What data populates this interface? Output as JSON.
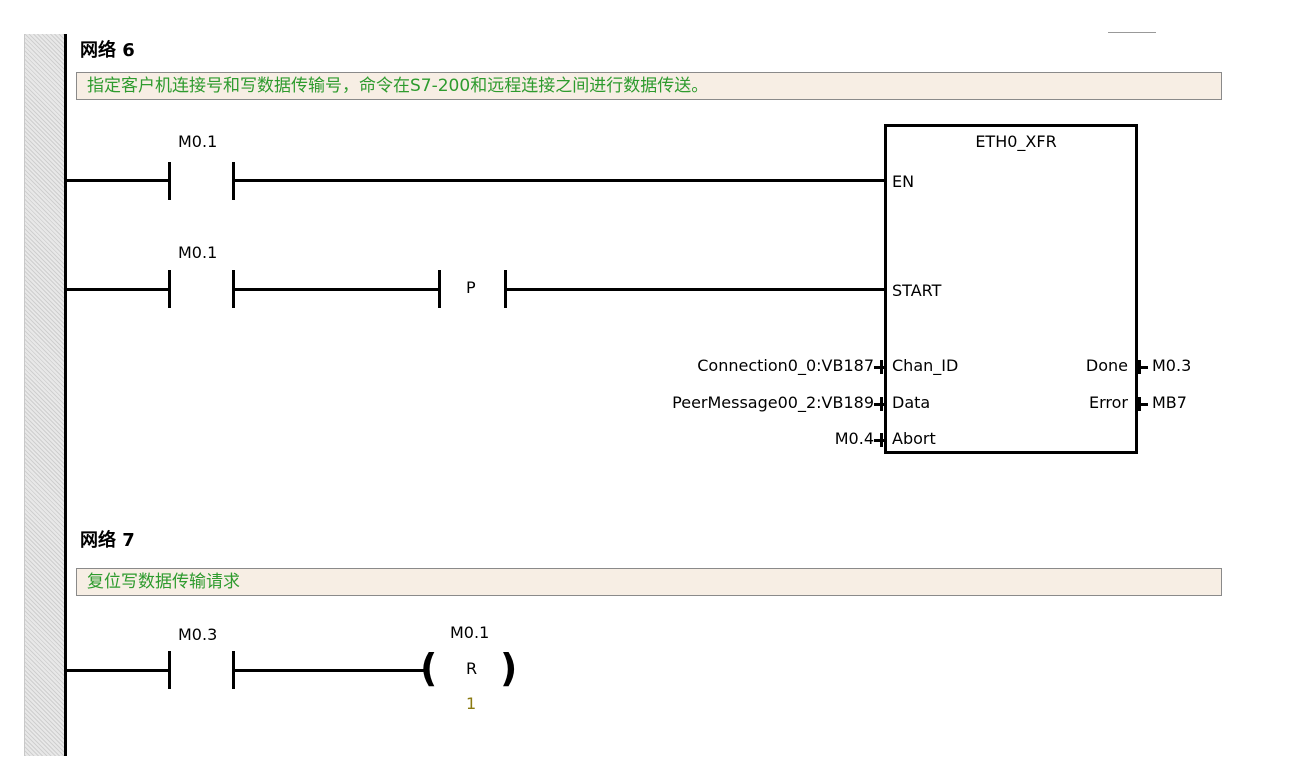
{
  "network6": {
    "title": "网络 6",
    "comment": "指定客户机连接号和写数据传输号，命令在S7-200和远程连接之间进行数据传送。",
    "contact1": "M0.1",
    "contact2": "M0.1",
    "edge_label": "P",
    "block": {
      "name": "ETH0_XFR",
      "pins_in": {
        "en": "EN",
        "start": "START",
        "chan_id": "Chan_ID",
        "data": "Data",
        "abort": "Abort"
      },
      "pins_out": {
        "done": "Done",
        "error": "Error"
      }
    },
    "inputs": {
      "chan_id": "Connection0_0:VB187",
      "data": "PeerMessage00_2:VB189",
      "abort": "M0.4"
    },
    "outputs": {
      "done": "M0.3",
      "error": "MB7"
    }
  },
  "network7": {
    "title": "网络 7",
    "comment": "复位写数据传输请求",
    "contact": "M0.3",
    "coil": {
      "operand": "M0.1",
      "type": "R",
      "count": "1"
    }
  }
}
